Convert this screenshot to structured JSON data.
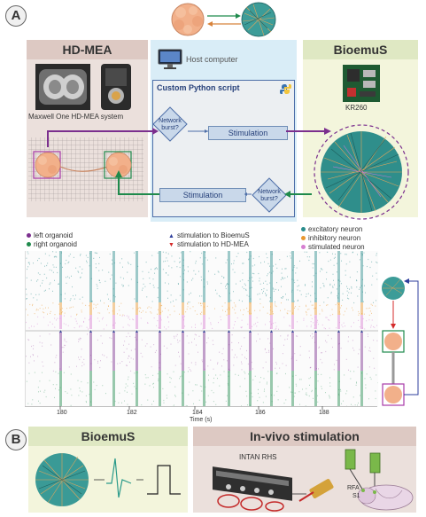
{
  "panels": {
    "a_letter": "A",
    "b_letter": "B"
  },
  "panel_a": {
    "hdmea": {
      "title": "HD-MEA",
      "device_caption": "Maxwell One HD-MEA system"
    },
    "host": {
      "caption": "Host computer",
      "script_title": "Custom Python script",
      "decision_top": "Network burst?",
      "decision_bottom": "Network burst?",
      "stim_top": "Stimulation",
      "stim_bottom": "Stimulation"
    },
    "bioemus": {
      "title": "BioemuS",
      "board_caption": "KR260"
    },
    "legend": {
      "left_organoid": "left organoid",
      "right_organoid": "right organoid",
      "stim_to_bioemus": "stimulation to BioemuS",
      "stim_to_hdmea": "stimulation to HD-MEA",
      "excitatory": "excitatory neuron",
      "inhibitory": "inhibitory neuron",
      "stimulated": "stimulated neuron"
    },
    "raster": {
      "x_ticks": [
        "180",
        "182",
        "184",
        "186",
        "188"
      ],
      "x_label": "Time (s)"
    }
  },
  "panel_b": {
    "bioemus_title": "BioemuS",
    "invivo_title": "In-vivo stimulation",
    "intan_label": "INTAN RHS",
    "rfa_label": "RFA",
    "s1_label": "S1"
  },
  "colors": {
    "purple": "#7b2f8e",
    "green": "#1f8a4c",
    "teal": "#2a8c8c",
    "orange": "#e9972f",
    "pink": "#d67fd1",
    "blue": "#2f3f9c",
    "red": "#d42b2b",
    "organoid": "#f2b08a"
  }
}
